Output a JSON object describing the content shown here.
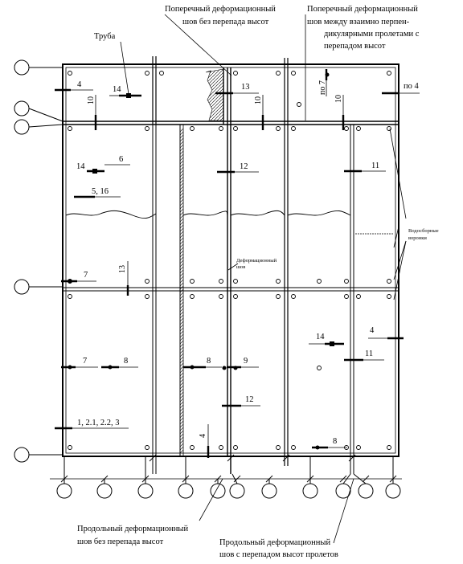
{
  "annotations": {
    "transverse_joint_no_step": [
      "Поперечный деформационный",
      "шов без перепада высот"
    ],
    "transverse_joint_perpendicular": [
      "Поперечный деформационный",
      "шов между взаимно перпен-",
      "дикулярными пролетами с",
      "перепадом высот"
    ],
    "pipe": "Труба",
    "longitudinal_joint_no_step": [
      "Продольный деформационный",
      "шов без перепада высот"
    ],
    "longitudinal_joint_with_step": [
      "Продольный деформационный",
      "шов с перепадом высот пролетов"
    ],
    "deformation_joint": [
      "Деформационный",
      "шов"
    ],
    "roof_drains": [
      "Водосборные",
      "воронки"
    ]
  },
  "markers": {
    "m4_top": "4",
    "m14_top": "14",
    "m10_left": "10",
    "m13": "13",
    "m10_mid": "10",
    "m_po7": "по 7",
    "m10_right": "10",
    "m_po4": "по 4",
    "m14_mid": "14",
    "m6": "6",
    "m516": "5, 16",
    "m12_top": "12",
    "m11_top": "11",
    "m13_vert": "13",
    "m7_upper": "7",
    "m7_lower": "7",
    "m8_left": "8",
    "m8_center": "8",
    "m9": "9",
    "m12_low": "12",
    "m14_right": "14",
    "m4_right": "4",
    "m11_low": "11",
    "m1223": "1, 2.1, 2.2, 3",
    "m4_bottom": "4",
    "m8_bottom": "8"
  }
}
